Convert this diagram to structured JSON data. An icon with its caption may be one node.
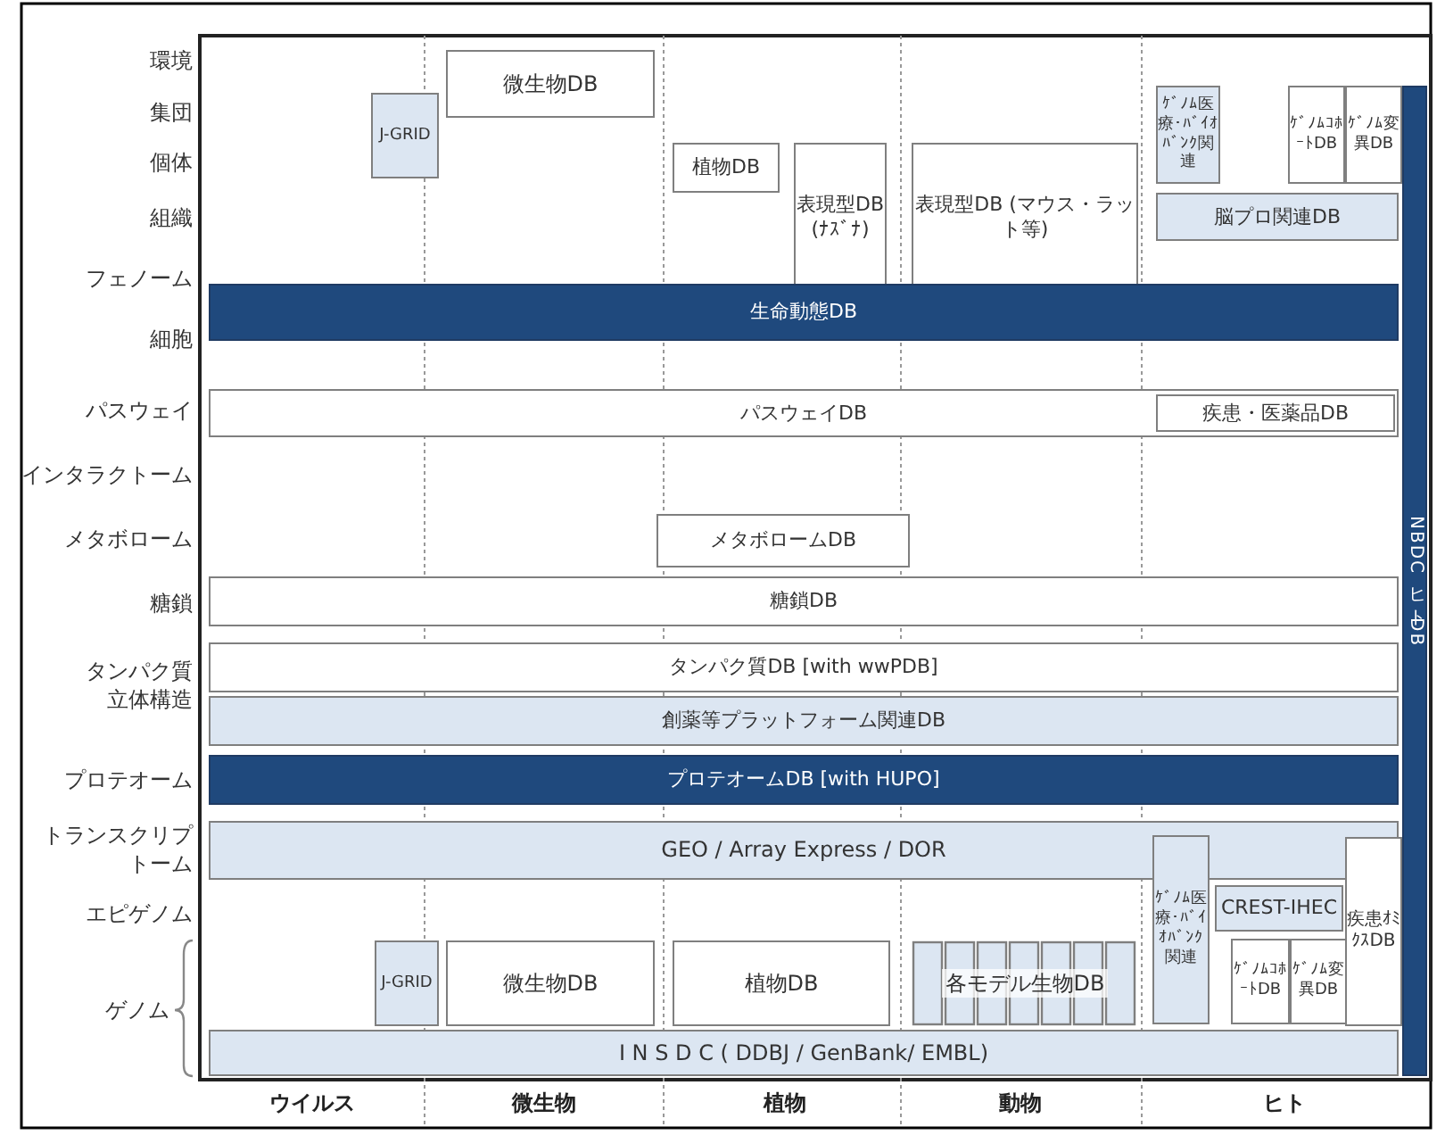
{
  "diagram": {
    "nodes": [
      {
        "text": [
          "J-GRID"
        ]
      },
      {
        "text": [
          "微生物DB"
        ]
      },
      {
        "text": [
          "植物DB"
        ]
      },
      {
        "text": [
          "表現型DB (ﾅｽﾞﾅ)"
        ]
      },
      {
        "text": [
          "表現型DB (マウス・ラット等)"
        ]
      },
      {
        "text": [
          "ｹﾞﾉﾑ医療･ﾊﾞｲｵﾊﾞﾝｸ関連"
        ]
      },
      {
        "text": [
          "ｹﾞﾉﾑｺﾎｰﾄDB"
        ]
      },
      {
        "text": [
          "ｹﾞﾉﾑ変異DB"
        ]
      },
      {
        "text": [
          "脳プロ関連DB"
        ]
      },
      {
        "text": [
          "NBDCヒトDB"
        ]
      },
      {
        "text": [
          "生命動態DB"
        ]
      },
      {
        "text": [
          "パスウェイDB"
        ]
      },
      {
        "text": [
          "疾患・医薬品DB"
        ],
        "in": 11
      },
      {
        "text": [
          "メタボロームDB"
        ]
      },
      {
        "text": [
          "糖鎖DB"
        ]
      },
      {
        "text": [
          "タンパク質DB [with wwPDB]"
        ]
      },
      {
        "text": [
          "創薬等プラットフォーム関連DB"
        ]
      },
      {
        "text": [
          "プロテオームDB [with HUPO]"
        ]
      },
      {
        "text": [
          "GEO / Array Express / DOR"
        ]
      },
      {
        "text": [
          "ｹﾞﾉﾑ医療･ﾊﾞｲｵﾊﾞﾝｸ関連"
        ]
      },
      {
        "text": [
          "疾患ｵﾐｸｽDB"
        ]
      },
      {
        "text": [
          "CREST-IHEC"
        ]
      },
      {
        "text": [
          "J-GRID"
        ]
      },
      {
        "text": [
          "微生物DB"
        ]
      },
      {
        "text": [
          "植物DB"
        ]
      },
      {
        "text": [
          "各モデル生物DB"
        ]
      },
      {
        "text": [
          "ｹﾞﾉﾑｺﾎｰﾄDB"
        ]
      },
      {
        "text": [
          "ｹﾞﾉﾑ変異DB"
        ]
      },
      {
        "text": [
          "I N S D C ( DDBJ / GenBank/ EMBL)"
        ]
      }
    ],
    "edges": [],
    "labels": [
      "環境",
      "集団",
      "個体",
      "組織",
      "フェノーム",
      "細胞",
      "パスウェイ",
      "インタラクトーム",
      "メタボローム",
      "糖鎖",
      "タンパク質立体構造",
      "プロテオーム",
      "トランスクリプトーム",
      "エピゲノム",
      "ゲノム",
      "ウイルス",
      "微生物",
      "植物",
      "動物",
      "ヒト"
    ]
  }
}
